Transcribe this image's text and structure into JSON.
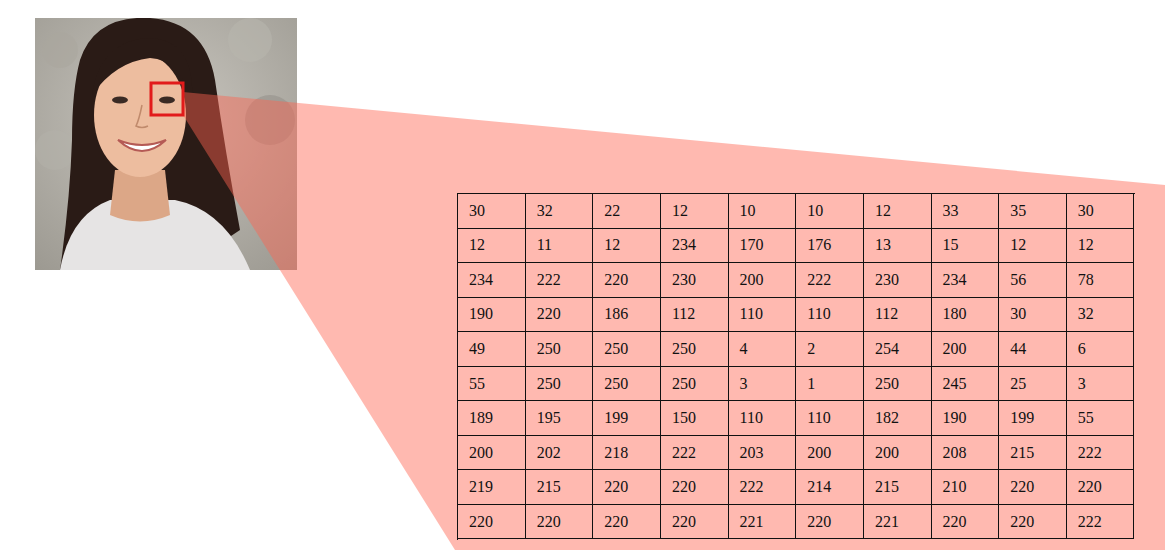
{
  "diagram": {
    "labels": [
      "30",
      "32",
      "22",
      "12",
      "10",
      "10",
      "12",
      "33",
      "35",
      "30",
      "12",
      "11",
      "12",
      "234",
      "170",
      "176",
      "13",
      "15",
      "12",
      "12",
      "234",
      "222",
      "220",
      "230",
      "200",
      "222",
      "230",
      "234",
      "56",
      "78",
      "190",
      "220",
      "186",
      "112",
      "110",
      "110",
      "112",
      "180",
      "30",
      "32",
      "49",
      "250",
      "250",
      "250",
      "4",
      "2",
      "254",
      "200",
      "44",
      "6",
      "55",
      "250",
      "250",
      "250",
      "3",
      "1",
      "250",
      "245",
      "25",
      "3",
      "189",
      "195",
      "199",
      "150",
      "110",
      "110",
      "182",
      "190",
      "199",
      "55",
      "200",
      "202",
      "218",
      "222",
      "203",
      "200",
      "200",
      "208",
      "215",
      "222",
      "219",
      "215",
      "220",
      "220",
      "222",
      "214",
      "215",
      "210",
      "220",
      "220",
      "220",
      "220",
      "220",
      "220",
      "221",
      "220",
      "221",
      "220",
      "220",
      "222"
    ]
  }
}
